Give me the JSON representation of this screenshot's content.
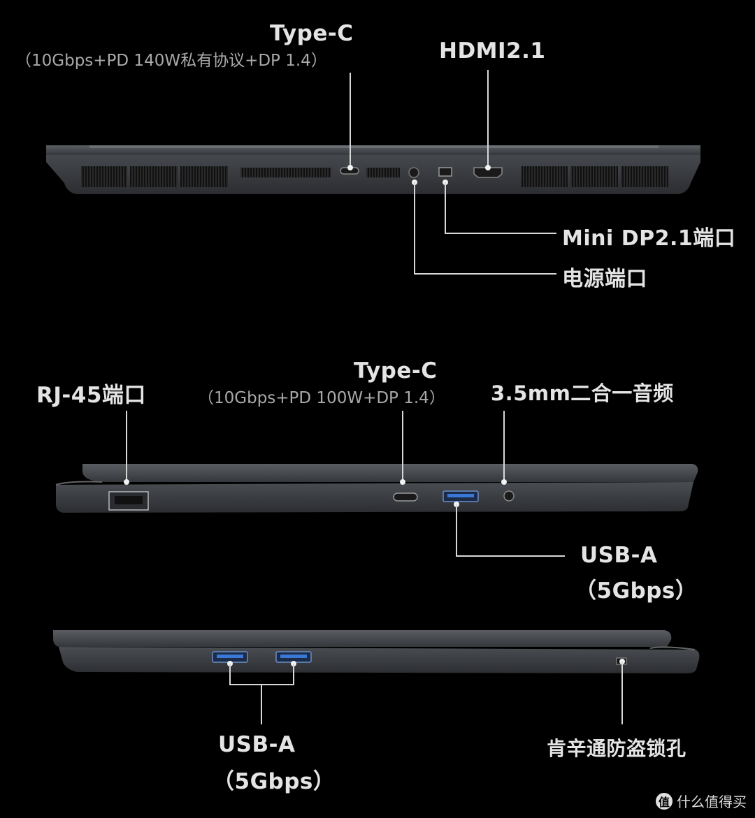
{
  "rear_view": {
    "typec": {
      "title": "Type-C",
      "detail": "（10Gbps+PD 140W私有协议+DP 1.4）"
    },
    "hdmi": {
      "title": "HDMI2.1"
    },
    "minidp": {
      "title": "Mini DP2.1端口"
    },
    "power": {
      "title": "电源端口"
    }
  },
  "left_view": {
    "rj45": {
      "title": "RJ-45端口"
    },
    "typec": {
      "title": "Type-C",
      "detail": "（10Gbps+PD 100W+DP 1.4）"
    },
    "audio": {
      "title": "3.5mm二合一音频"
    },
    "usba": {
      "title": "USB-A",
      "detail": "（5Gbps）"
    }
  },
  "right_view": {
    "usba": {
      "title": "USB-A",
      "detail": "（5Gbps）"
    },
    "lock": {
      "title": "肯辛通防盗锁孔"
    }
  },
  "watermark": {
    "icon": "zhi",
    "text": "什么值得买"
  },
  "colors": {
    "accent_blue": "#3a78d8",
    "body": "#3c3f44"
  }
}
